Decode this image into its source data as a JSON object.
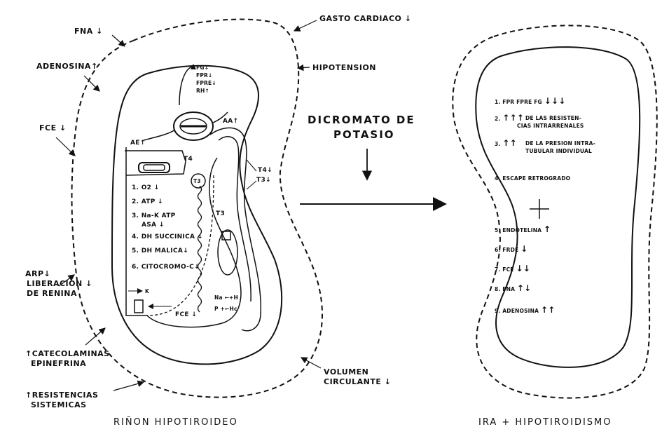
{
  "left_kidney": {
    "outer_labels": {
      "fna": "FNA",
      "adenosina": "ADENOSINA",
      "fce": "FCE",
      "arp": "ARP",
      "liberacion": "LIBERACION",
      "de_renina": "DE RENINA",
      "catecolaminas": "CATECOLAMINAS",
      "epinefrina": "EPINEFRINA",
      "resistencias": "RESISTENCIAS",
      "sistemicas": "SISTEMICAS",
      "gasto_cardiaco": "GASTO CARDIACO",
      "hipotension": "HIPOTENSION",
      "volumen": "VOLUMEN",
      "circulante": "CIRCULANTE"
    },
    "glomerulus_labels": [
      "FG",
      "FPR",
      "FPRE",
      "RH"
    ],
    "vessel_labels": {
      "ae": "AE",
      "aa": "AA",
      "t4_inner": "T4",
      "t3_inner": "T3",
      "t3_lower": "T3",
      "t4_outer": "T4",
      "t3_outer": "T3"
    },
    "cell_items": [
      "1. O2",
      "2. ATP",
      "3. Na-K ATP",
      "ASA",
      "4. DH SUCCINICA",
      "5. DH MALICA",
      "6. CITOCROMO-C"
    ],
    "bottom_labels": {
      "k": "K",
      "fce": "FCE",
      "na": "Na",
      "h": "H",
      "p": "P",
      "hco": "Hc"
    },
    "caption": "RIÑON  HIPOTIROIDEO"
  },
  "center": {
    "line1": "DICROMATO DE",
    "line2": "POTASIO"
  },
  "right_kidney": {
    "items": [
      "1. FPR FPRE FG",
      "2.",
      "DE LAS RESISTEN-",
      "CIAS INTRARRENALES",
      "3.",
      "DE LA PRESION INTRA-",
      "TUBULAR INDIVIDUAL",
      "4. ESCAPE  RETROGRADO",
      "5. ENDOTELINA",
      "6. FRDE",
      "7. FCE",
      "8. FNA",
      "9. ADENOSINA"
    ],
    "plus": "+",
    "caption": "IRA + HIPOTIROIDISMO"
  }
}
